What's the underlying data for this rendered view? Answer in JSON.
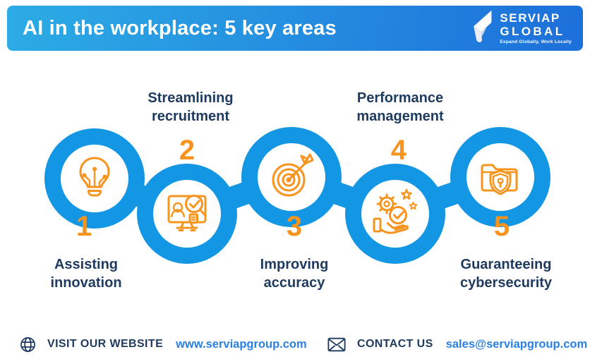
{
  "header": {
    "title": "AI in the workplace: 5 key areas",
    "logo": {
      "brand_line1": "SERVIAP",
      "brand_line2": "GLOBAL",
      "tagline": "Expand Globally, Work Locally",
      "mark_icon": "serviap-chevron-icon"
    }
  },
  "areas": [
    {
      "number": "1",
      "label": "Assisting innovation",
      "icon": "lightbulb-circuit-icon"
    },
    {
      "number": "2",
      "label": "Streamlining recruitment",
      "icon": "candidate-screening-icon"
    },
    {
      "number": "3",
      "label": "Improving accuracy",
      "icon": "target-dart-icon"
    },
    {
      "number": "4",
      "label": "Performance management",
      "icon": "gear-stars-hand-icon"
    },
    {
      "number": "5",
      "label": "Guaranteeing cybersecurity",
      "icon": "folder-shield-lock-icon"
    }
  ],
  "footer": {
    "website": {
      "icon": "globe-icon",
      "label": "VISIT OUR WEBSITE",
      "url": "www.serviapgroup.com"
    },
    "contact": {
      "icon": "envelope-icon",
      "label": "CONTACT US",
      "email": "sales@serviapgroup.com"
    }
  },
  "colors": {
    "header_gradient_start": "#2CACE5",
    "header_gradient_end": "#1D6FDA",
    "chain_blue": "#1397E4",
    "accent_orange": "#F7941E",
    "text_navy": "#1E3A5F",
    "link_blue": "#2B80E4"
  }
}
